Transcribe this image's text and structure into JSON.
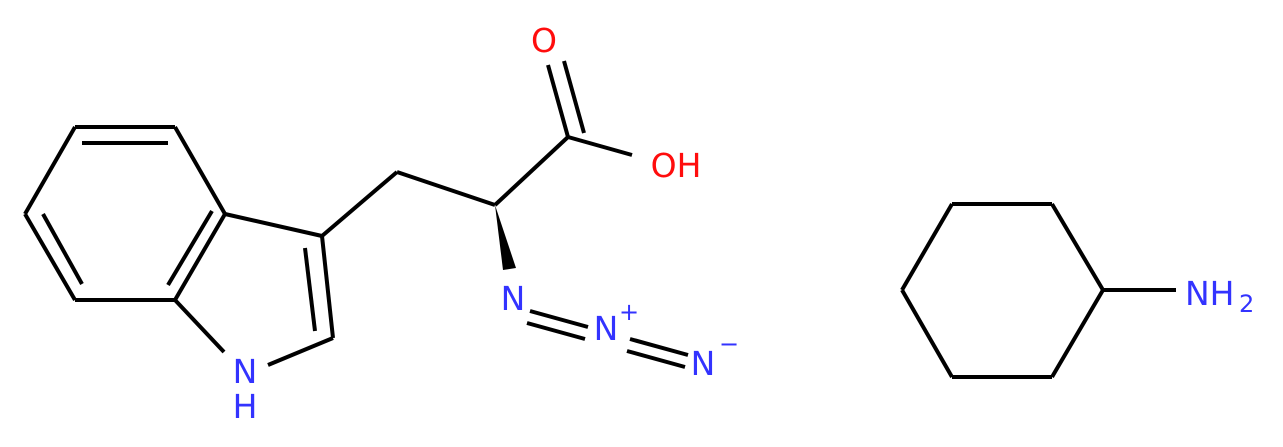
{
  "colors": {
    "bond": "#000000",
    "nitrogen": "#3333ff",
    "oxygen": "#ff0d0d",
    "background": "#ffffff"
  },
  "molecules": {
    "azido_tryptophan": {
      "labels": {
        "carbonyl_o": "O",
        "hydroxyl": "OH",
        "indole_n": "N",
        "indole_h": "H",
        "azide_n1": "N",
        "azide_n2": "N",
        "azide_n2_charge": "+",
        "azide_n3": "N",
        "azide_n3_charge": "−"
      }
    },
    "cyclohexylamine": {
      "labels": {
        "amine_n": "NH",
        "amine_h_count": "2"
      }
    }
  }
}
